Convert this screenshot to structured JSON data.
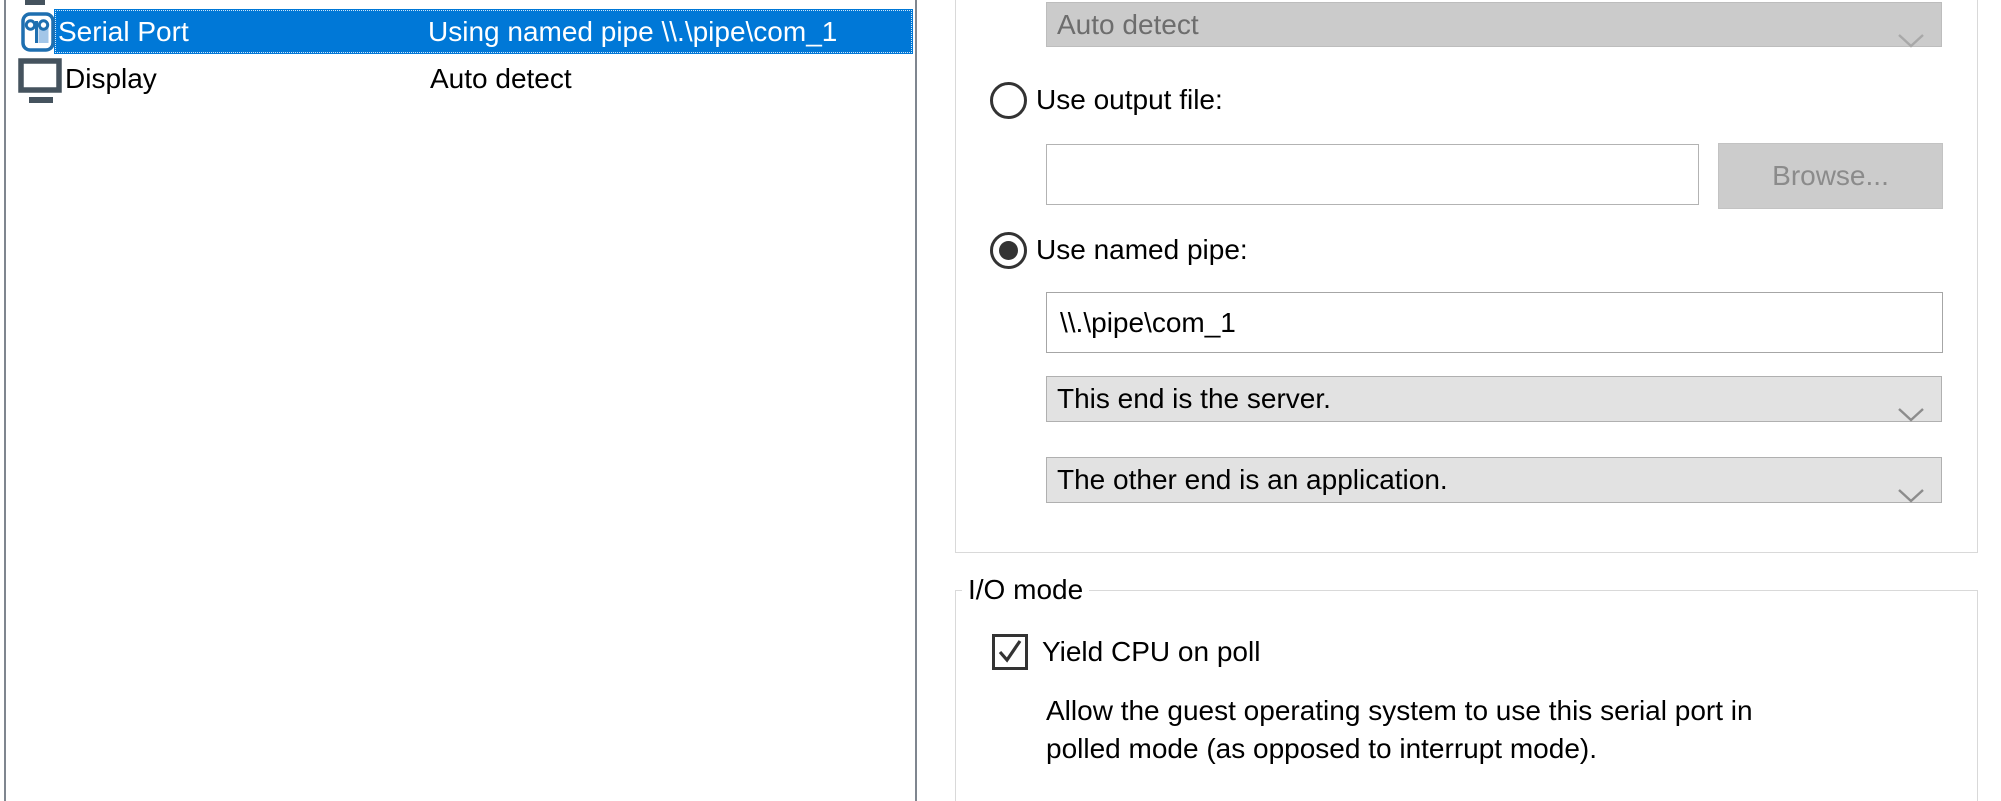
{
  "colors": {
    "selection_blue": "#0078d7",
    "serial_icon_blue": "#1e6fb0",
    "serial_icon_fill": "#a3c6e8",
    "display_icon_gray": "#45535e",
    "disabled_gray": "#cbcbcb",
    "combo_gray": "#e2e2e2",
    "group_border": "#d9d9d9"
  },
  "device_list": {
    "items": [
      {
        "name": "Serial Port",
        "summary": "Using named pipe \\\\.\\pipe\\com_1",
        "selected": true
      },
      {
        "name": "Display",
        "summary": "Auto detect",
        "selected": false
      }
    ]
  },
  "connection": {
    "physical_port_select": {
      "value": "Auto detect",
      "disabled": true
    },
    "output_file_radio": {
      "label": "Use output file:",
      "selected": false
    },
    "output_file_input": {
      "value": ""
    },
    "browse_button": {
      "label": "Browse...",
      "disabled": true
    },
    "named_pipe_radio": {
      "label": "Use named pipe:",
      "selected": true
    },
    "pipe_name_input": {
      "value": "\\\\.\\pipe\\com_1"
    },
    "pipe_end_select": {
      "value": "This end is the server."
    },
    "pipe_other_end_select": {
      "value": "The other end is an application."
    }
  },
  "io_mode": {
    "group_label": "I/O mode",
    "yield_checkbox": {
      "label": "Yield CPU on poll",
      "checked": true
    },
    "description_line1": "Allow the guest operating system to use this serial port in",
    "description_line2": "polled mode (as opposed to interrupt mode)."
  }
}
